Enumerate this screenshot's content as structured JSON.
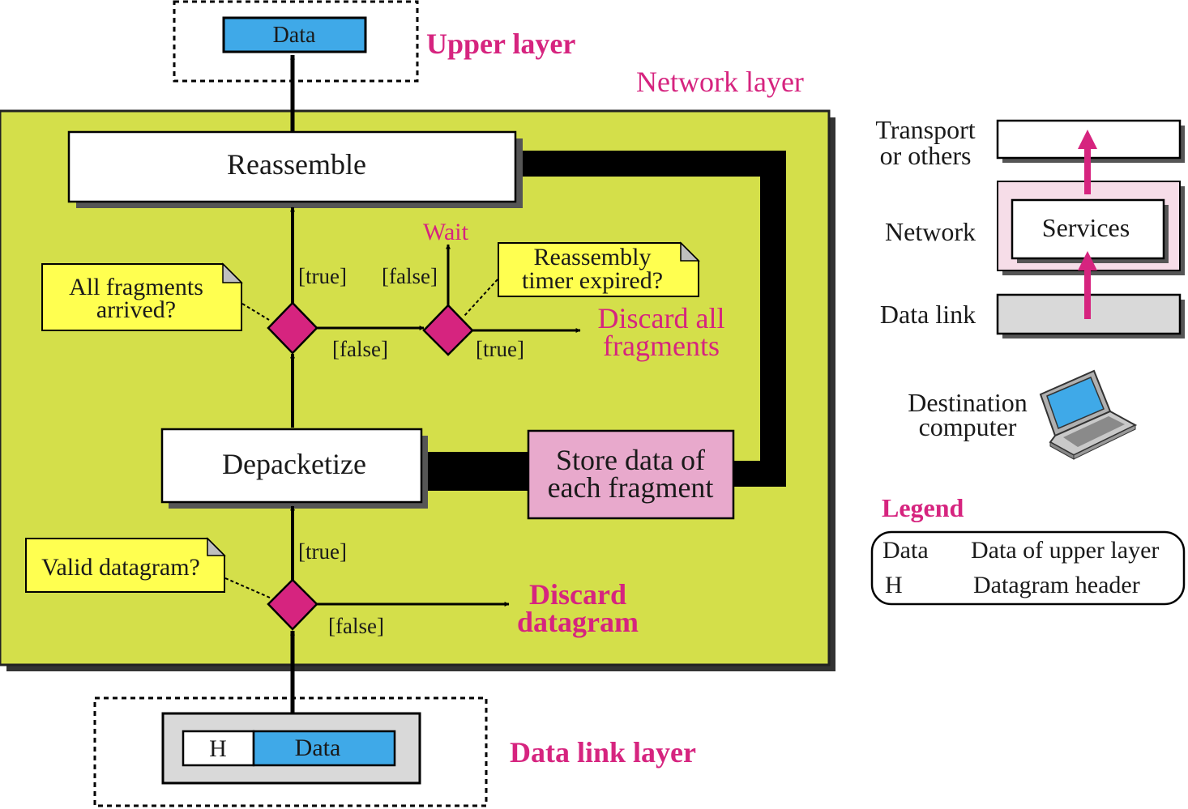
{
  "upper_layer": {
    "title": "Upper layer",
    "data_label": "Data"
  },
  "network_layer": {
    "title": "Network layer"
  },
  "data_link_layer": {
    "title": "Data link layer",
    "header_label": "H",
    "data_label": "Data"
  },
  "steps": {
    "reassemble": "Reassemble",
    "depacketize": "Depacketize",
    "store": [
      "Store data of",
      "each fragment"
    ]
  },
  "notes": {
    "all_fragments": [
      "All fragments",
      "arrived?"
    ],
    "timer": [
      "Reassembly",
      "timer expired?"
    ],
    "valid": "Valid datagram?"
  },
  "guards": {
    "true_top": "[true]",
    "false_mid": "[false]",
    "false_wait": "[false]",
    "true_timer": "[true]",
    "true_valid": "[true]",
    "false_valid": "[false]"
  },
  "outcomes": {
    "wait": "Wait",
    "discard_all": [
      "Discard all",
      "fragments"
    ],
    "discard_datagram": [
      "Discard",
      "datagram"
    ]
  },
  "stack": {
    "transport": [
      "Transport",
      "or others"
    ],
    "network": "Network",
    "datalink": "Data link",
    "services": "Services",
    "destination": [
      "Destination",
      "computer"
    ]
  },
  "legend": {
    "title": "Legend",
    "rows": [
      {
        "key": "Data",
        "desc": "Data of upper layer"
      },
      {
        "key": "H",
        "desc": "Datagram header"
      }
    ]
  },
  "colors": {
    "network_bg": "#d4df4a",
    "accent": "#d6247f",
    "data_blue": "#3fa9e8",
    "note_yellow": "#ffff50",
    "store_pink": "#e8a9cc",
    "services_bg": "#f6dde8",
    "datalink_gray": "#d9d9d9"
  }
}
